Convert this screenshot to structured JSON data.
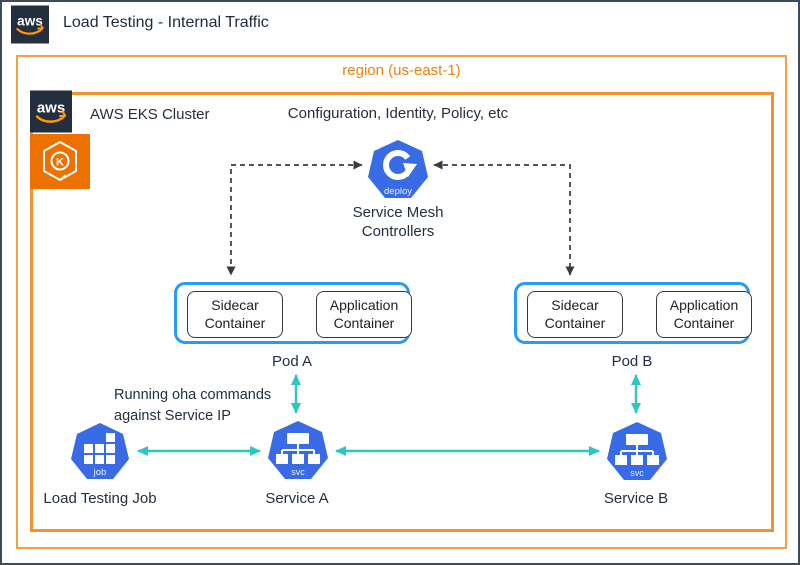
{
  "header": {
    "logo_text": "aws",
    "title": "Load Testing - Internal Traffic"
  },
  "region": {
    "label": "region (us-east-1)"
  },
  "cluster": {
    "logo_text": "aws",
    "label": "AWS EKS Cluster",
    "eks_icon_letter": "K",
    "config_note": "Configuration, Identity, Policy, etc"
  },
  "service_mesh": {
    "icon_caption": "deploy",
    "label_line1": "Service Mesh",
    "label_line2": "Controllers"
  },
  "pods": [
    {
      "name": "Pod A",
      "containers": [
        "Sidecar Container",
        "Application Container"
      ]
    },
    {
      "name": "Pod B",
      "containers": [
        "Sidecar Container",
        "Application Container"
      ]
    }
  ],
  "load_job": {
    "icon_caption": "job",
    "name": "Load Testing Job"
  },
  "services": [
    {
      "icon_caption": "svc",
      "name": "Service A"
    },
    {
      "icon_caption": "svc",
      "name": "Service B"
    }
  ],
  "annotation": {
    "line1": "Running oha commands",
    "line2": "against Service IP"
  },
  "colors": {
    "canvas_border": "#3C4B5E",
    "region_border": "#F5A142",
    "eks_border": "#F0952E",
    "orange_text": "#E8830D",
    "aws_navy": "#232F3E",
    "aws_smile_orange": "#FF9900",
    "eks_icon_orange": "#ED7100",
    "k8s_blue": "#386BE5",
    "pod_border": "#2B9AF3",
    "teal_arrow": "#2EC6C3",
    "dark_connector": "#3B3B3B"
  }
}
